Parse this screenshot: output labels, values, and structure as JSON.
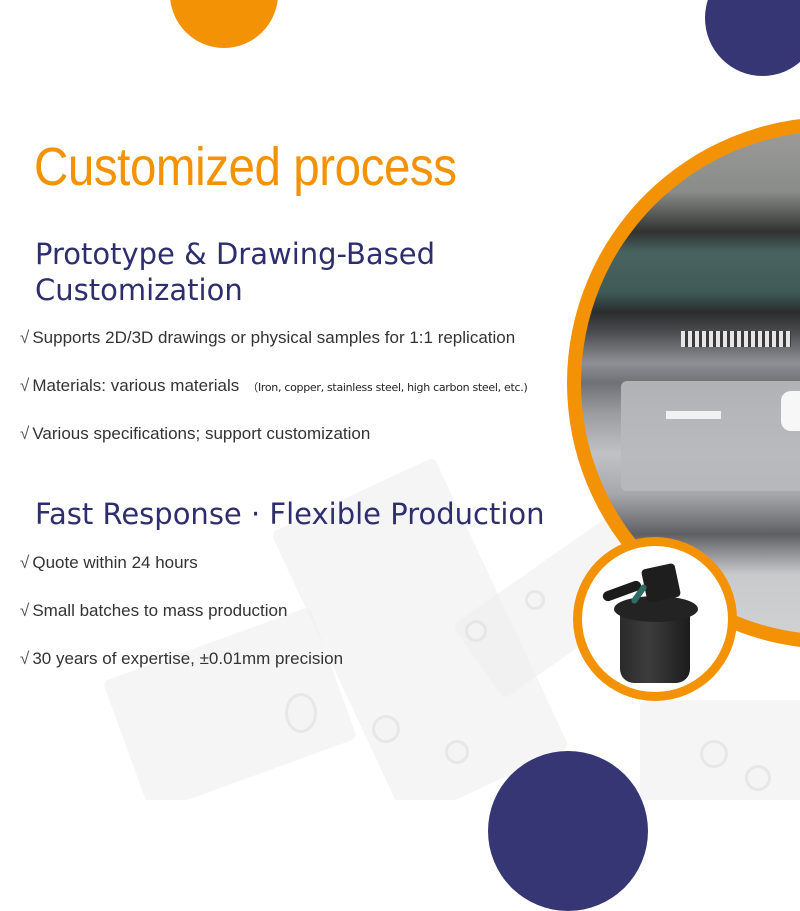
{
  "title": "Customized process",
  "sections": [
    {
      "heading_line1": "Prototype & Drawing-Based",
      "heading_line2": "Customization",
      "items": [
        {
          "check": "√",
          "text": "Supports 2D/3D drawings or physical samples for 1:1 replication"
        },
        {
          "check": "√",
          "text": "Materials: various materials",
          "note": "（Iron, copper, stainless steel, high carbon steel, etc.)"
        },
        {
          "check": "√",
          "text": "Various specifications; support customization"
        }
      ]
    },
    {
      "heading_line1": "Fast Response · Flexible Production",
      "items": [
        {
          "check": "√",
          "text": "Quote within 24 hours"
        },
        {
          "check": "√",
          "text": "Small batches to mass production"
        },
        {
          "check": "√",
          "text": "30 years of expertise, ±0.01mm precision"
        }
      ]
    }
  ],
  "images": {
    "main_photo": "car-engine-bay-photo",
    "product_photo": "evap-canister-product-photo"
  },
  "colors": {
    "accent_orange": "#f39204",
    "brand_navy": "#373675",
    "heading_navy": "#2e2e6e",
    "body_text": "#333333"
  }
}
